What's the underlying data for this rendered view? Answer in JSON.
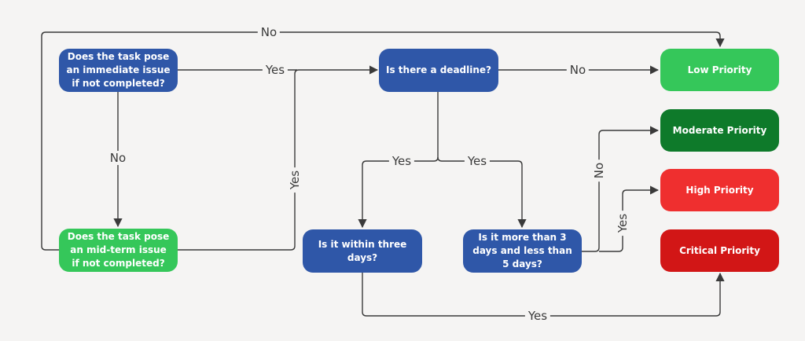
{
  "colors": {
    "blue": "#2f57a8",
    "green": "#35c75a",
    "dark_green": "#0e7a2a",
    "red": "#ef2f2f",
    "dark_red": "#d21616",
    "line": "#3a3a3a"
  },
  "nodes": {
    "immediate": "Does the task pose an immediate issue if not completed?",
    "midterm": "Does the task pose an mid-term issue if not completed?",
    "deadline": "Is there a deadline?",
    "three_days": "Is it within three days?",
    "three_five": "Is it more than 3 days and less than 5 days?",
    "low": "Low Priority",
    "moderate": "Moderate Priority",
    "high": "High Priority",
    "critical": "Critical Priority"
  },
  "edge_labels": {
    "midterm_no": "No",
    "immediate_yes": "Yes",
    "deadline_no": "No",
    "immediate_no": "No",
    "midterm_yes": "Yes",
    "deadline_yes_left": "Yes",
    "deadline_yes_right": "Yes",
    "three_five_no": "No",
    "three_five_yes": "Yes",
    "three_days_yes": "Yes"
  }
}
